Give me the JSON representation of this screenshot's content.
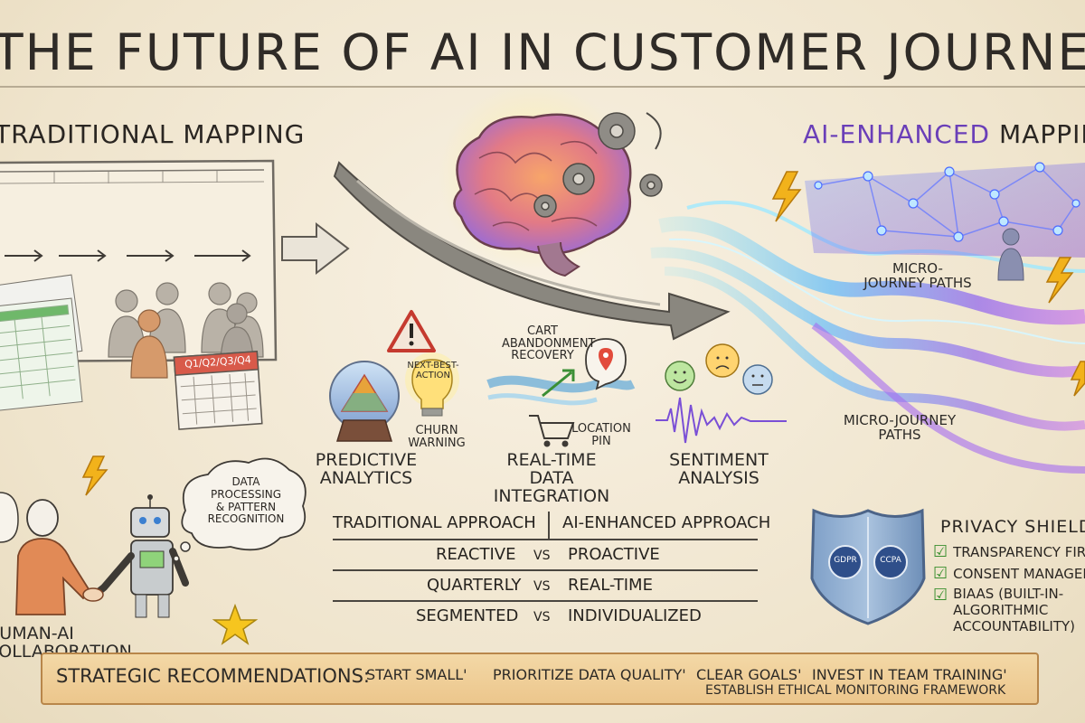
{
  "title": "THE FUTURE OF AI IN CUSTOMER JOURNEY MAPPING",
  "sections": {
    "traditional": "TRADITIONAL MAPPING",
    "ai_prefix": "AI-ENHANCED",
    "ai_suffix": " MAPPING"
  },
  "calendar_label": "Q1/Q2/Q3/Q4",
  "collaboration": {
    "bubble": "DATA PROCESSING & PATTERN RECOGNITION",
    "bubble_lines": [
      "DATA",
      "PROCESSING",
      "& PATTERN",
      "RECOGNITION"
    ],
    "label": "HUMAN-AI COLLABORATION"
  },
  "features": {
    "predictive": "PREDICTIVE ANALYTICS",
    "next_best_action": "NEXT-BEST-ACTION",
    "churn": "CHURN WARNING",
    "cart": "CART ABANDONMENT RECOVERY",
    "location": "LOCATION PIN",
    "realtime": "REAL-TIME DATA INTEGRATION",
    "sentiment": "SENTIMENT ANALYSIS"
  },
  "micro_journey": [
    "MICRO-JOURNEY PATHS",
    "MICRO-JOURNEY PATHS"
  ],
  "comparison": {
    "left_header": "TRADITIONAL APPROACH",
    "right_header": "AI-ENHANCED APPROACH",
    "vs": "VS",
    "rows": [
      {
        "left": "REACTIVE",
        "right": "PROACTIVE"
      },
      {
        "left": "QUARTERLY",
        "right": "REAL-TIME"
      },
      {
        "left": "SEGMENTED",
        "right": "INDIVIDUALIZED"
      }
    ]
  },
  "privacy": {
    "title": "PRIVACY SHIELD",
    "badges": [
      "GDPR",
      "CCPA"
    ],
    "items": [
      "TRANSPARENCY FIRST",
      "CONSENT MANAGEMENT",
      "BIAAS (BUILT-IN-ALGORITHMIC ACCOUNTABILITY)"
    ]
  },
  "recommendations": {
    "title": "STRATEGIC RECOMMENDATIONS:",
    "items": [
      "START SMALL'",
      "PRIORITIZE DATA QUALITY'",
      "CLEAR GOALS'",
      "INVEST IN TEAM TRAINING'",
      "ESTABLISH ETHICAL MONITORING FRAMEWORK"
    ]
  },
  "colors": {
    "accent_purple": "#6a3fb8",
    "shield_blue": "#6e8fb8",
    "check_green": "#3a8f2f",
    "banner": "#ecc68c",
    "lightning": "#f2b21b"
  }
}
